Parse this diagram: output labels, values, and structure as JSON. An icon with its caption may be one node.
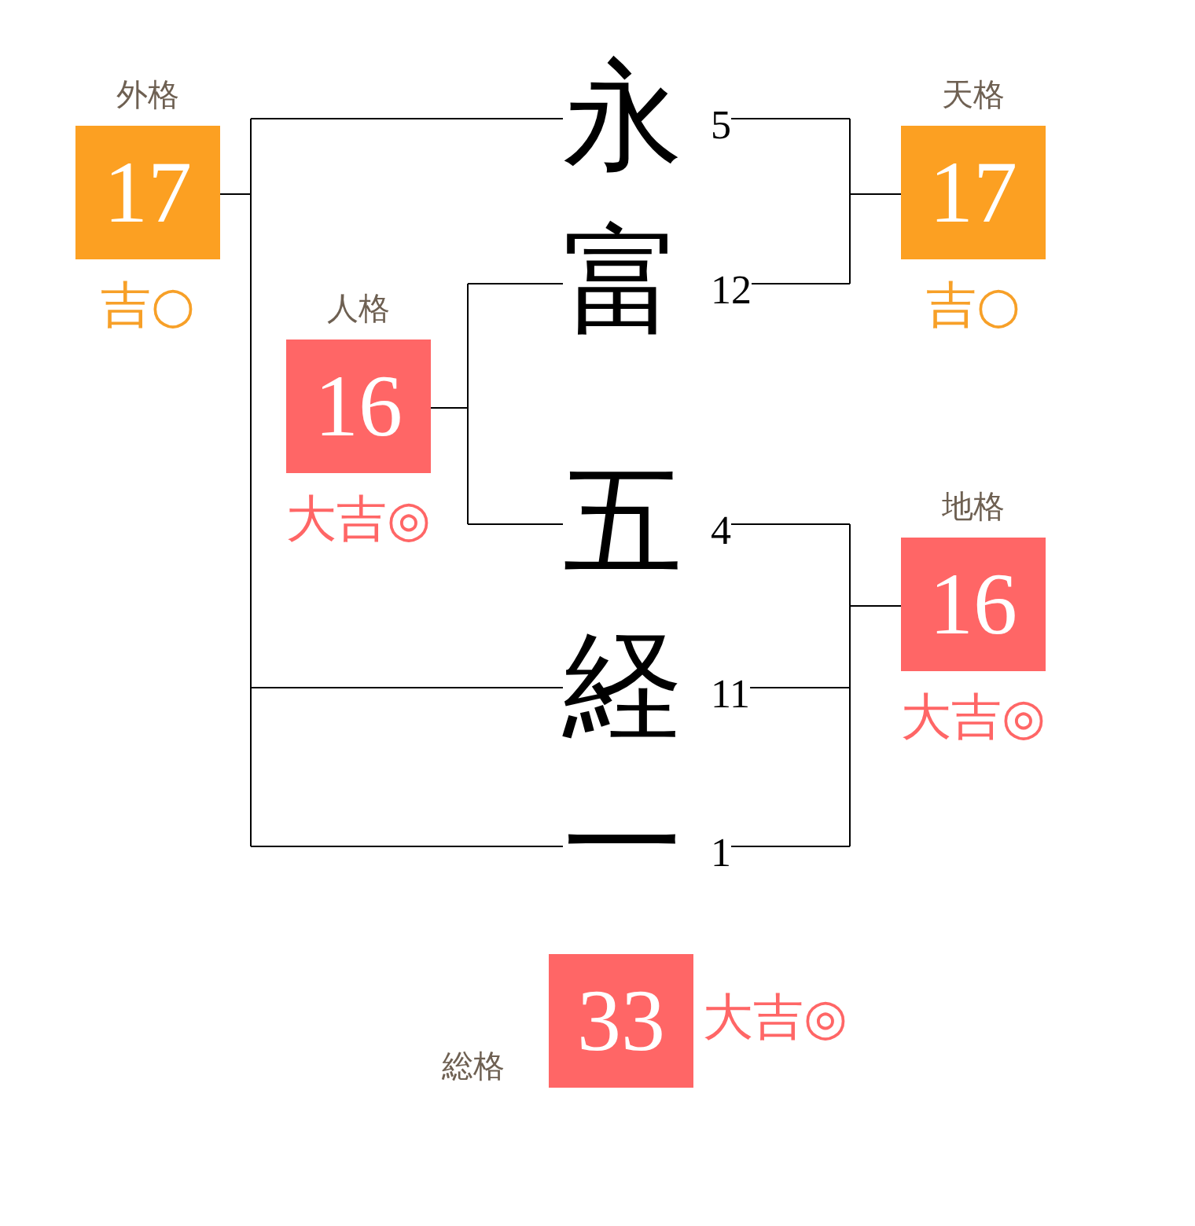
{
  "diagram": {
    "nodes": [
      {
        "text": [
          "外格",
          "17"
        ],
        "beside": [
          "吉○"
        ]
      },
      {
        "text": [
          "永"
        ],
        "beside": [
          "5"
        ]
      },
      {
        "text": [
          "天格",
          "17"
        ],
        "beside": [
          "吉○"
        ]
      },
      {
        "text": [
          "富"
        ],
        "beside": [
          "12"
        ]
      },
      {
        "text": [
          "人格",
          "16"
        ],
        "beside": [
          "大吉◎"
        ]
      },
      {
        "text": [
          "五"
        ],
        "beside": [
          "4"
        ]
      },
      {
        "text": [
          "地格",
          "16"
        ],
        "beside": [
          "大吉◎"
        ]
      },
      {
        "text": [
          "経"
        ],
        "beside": [
          "11"
        ]
      },
      {
        "text": [
          "一"
        ],
        "beside": [
          "1"
        ]
      },
      {
        "text": [
          "総格",
          "33"
        ],
        "beside": [
          "大吉◎"
        ]
      }
    ],
    "edges": [
      {
        "from": 1,
        "to": 2,
        "arrow": "none"
      },
      {
        "from": 3,
        "to": 2,
        "arrow": "none"
      },
      {
        "from": 3,
        "to": 4,
        "arrow": "none"
      },
      {
        "from": 5,
        "to": 4,
        "arrow": "none"
      },
      {
        "from": 5,
        "to": 6,
        "arrow": "none"
      },
      {
        "from": 7,
        "to": 6,
        "arrow": "none"
      },
      {
        "from": 8,
        "to": 6,
        "arrow": "none"
      },
      {
        "from": 1,
        "to": 0,
        "arrow": "none"
      },
      {
        "from": 7,
        "to": 0,
        "arrow": "none"
      },
      {
        "from": 8,
        "to": 0,
        "arrow": "none"
      }
    ]
  }
}
